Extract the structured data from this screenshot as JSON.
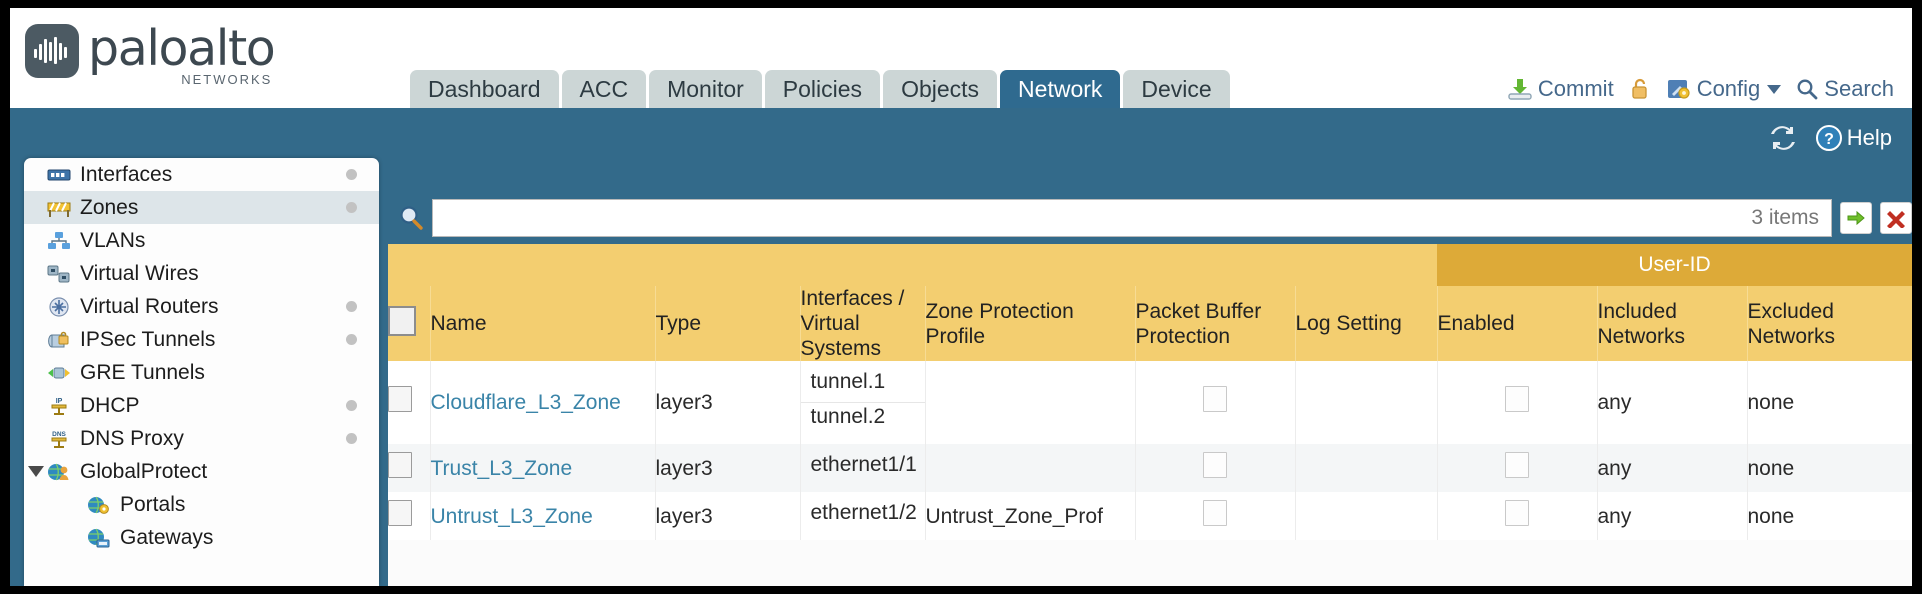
{
  "brand": {
    "name": "paloalto",
    "tagline": "NETWORKS",
    "registered": "®"
  },
  "nav": {
    "tabs": [
      {
        "label": "Dashboard",
        "active": false
      },
      {
        "label": "ACC",
        "active": false
      },
      {
        "label": "Monitor",
        "active": false
      },
      {
        "label": "Policies",
        "active": false
      },
      {
        "label": "Objects",
        "active": false
      },
      {
        "label": "Network",
        "active": true
      },
      {
        "label": "Device",
        "active": false
      }
    ]
  },
  "header_tools": {
    "commit": "Commit",
    "lock_icon": "padlock-icon",
    "config": "Config",
    "search": "Search"
  },
  "blue_tools": {
    "refresh_icon": "refresh-icon",
    "help": "Help"
  },
  "sidebar": {
    "items": [
      {
        "label": "Interfaces",
        "icon": "interfaces-icon",
        "dot": true,
        "selected": false,
        "child": false,
        "caret": false
      },
      {
        "label": "Zones",
        "icon": "zones-icon",
        "dot": true,
        "selected": true,
        "child": false,
        "caret": false
      },
      {
        "label": "VLANs",
        "icon": "vlans-icon",
        "dot": false,
        "selected": false,
        "child": false,
        "caret": false
      },
      {
        "label": "Virtual Wires",
        "icon": "virtual-wires-icon",
        "dot": false,
        "selected": false,
        "child": false,
        "caret": false
      },
      {
        "label": "Virtual Routers",
        "icon": "virtual-routers-icon",
        "dot": true,
        "selected": false,
        "child": false,
        "caret": false
      },
      {
        "label": "IPSec Tunnels",
        "icon": "ipsec-tunnels-icon",
        "dot": true,
        "selected": false,
        "child": false,
        "caret": false
      },
      {
        "label": "GRE Tunnels",
        "icon": "gre-tunnels-icon",
        "dot": false,
        "selected": false,
        "child": false,
        "caret": false
      },
      {
        "label": "DHCP",
        "icon": "dhcp-icon",
        "dot": true,
        "selected": false,
        "child": false,
        "caret": false
      },
      {
        "label": "DNS Proxy",
        "icon": "dns-proxy-icon",
        "dot": true,
        "selected": false,
        "child": false,
        "caret": false
      },
      {
        "label": "GlobalProtect",
        "icon": "globalprotect-icon",
        "dot": false,
        "selected": false,
        "child": false,
        "caret": true
      },
      {
        "label": "Portals",
        "icon": "portals-icon",
        "dot": false,
        "selected": false,
        "child": true,
        "caret": false
      },
      {
        "label": "Gateways",
        "icon": "gateways-icon",
        "dot": false,
        "selected": false,
        "child": true,
        "caret": false
      }
    ]
  },
  "search": {
    "value": "",
    "placeholder": "",
    "item_count": "3 items",
    "apply_icon": "green-arrow-icon",
    "clear_icon": "red-x-icon"
  },
  "table": {
    "group_header": {
      "label": "User-ID",
      "spans": 3
    },
    "columns": [
      {
        "key": "checkbox",
        "label": ""
      },
      {
        "key": "name",
        "label": "Name"
      },
      {
        "key": "type",
        "label": "Type"
      },
      {
        "key": "interfaces",
        "label": "Interfaces / Virtual Systems"
      },
      {
        "key": "zone_protection",
        "label": "Zone Protection Profile"
      },
      {
        "key": "packet_buffer",
        "label": "Packet Buffer Protection"
      },
      {
        "key": "log_setting",
        "label": "Log Setting"
      },
      {
        "key": "enabled",
        "label": "Enabled"
      },
      {
        "key": "included",
        "label": "Included Networks"
      },
      {
        "key": "excluded",
        "label": "Excluded Networks"
      }
    ],
    "rows": [
      {
        "selected": false,
        "name": "Cloudflare_L3_Zone",
        "type": "layer3",
        "interfaces": [
          "tunnel.1",
          "tunnel.2"
        ],
        "zone_protection": "",
        "packet_buffer_checked": false,
        "log_setting": "",
        "enabled_checked": false,
        "included": "any",
        "excluded": "none"
      },
      {
        "selected": false,
        "name": "Trust_L3_Zone",
        "type": "layer3",
        "interfaces": [
          "ethernet1/1"
        ],
        "zone_protection": "",
        "packet_buffer_checked": false,
        "log_setting": "",
        "enabled_checked": false,
        "included": "any",
        "excluded": "none"
      },
      {
        "selected": false,
        "name": "Untrust_L3_Zone",
        "type": "layer3",
        "interfaces": [
          "ethernet1/2"
        ],
        "zone_protection": "Untrust_Zone_Prof",
        "packet_buffer_checked": false,
        "log_setting": "",
        "enabled_checked": false,
        "included": "any",
        "excluded": "none"
      }
    ]
  },
  "colors": {
    "brand_blue": "#336a8a",
    "active_tab": "#2f6a8f",
    "tab_inactive": "#ccd6d6",
    "table_header": "#f3ce70",
    "group_header": "#ddaa38",
    "link": "#3a84a8"
  }
}
